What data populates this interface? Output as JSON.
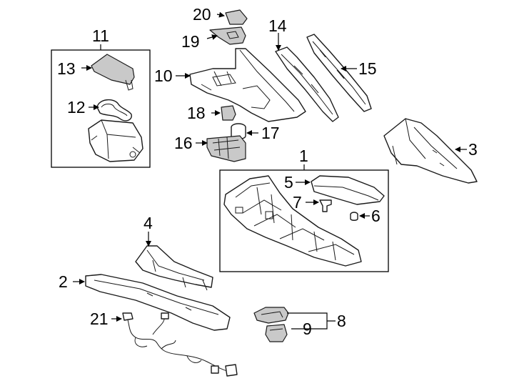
{
  "callouts": {
    "c1": "1",
    "c2": "2",
    "c3": "3",
    "c4": "4",
    "c5": "5",
    "c6": "6",
    "c7": "7",
    "c8": "8",
    "c9": "9",
    "c10": "10",
    "c11": "11",
    "c12": "12",
    "c13": "13",
    "c14": "14",
    "c15": "15",
    "c16": "16",
    "c17": "17",
    "c18": "18",
    "c19": "19",
    "c20": "20",
    "c21": "21"
  },
  "colors": {
    "line": "#1a1a1a",
    "shade": "#c9c9c9",
    "background": "#ffffff"
  }
}
